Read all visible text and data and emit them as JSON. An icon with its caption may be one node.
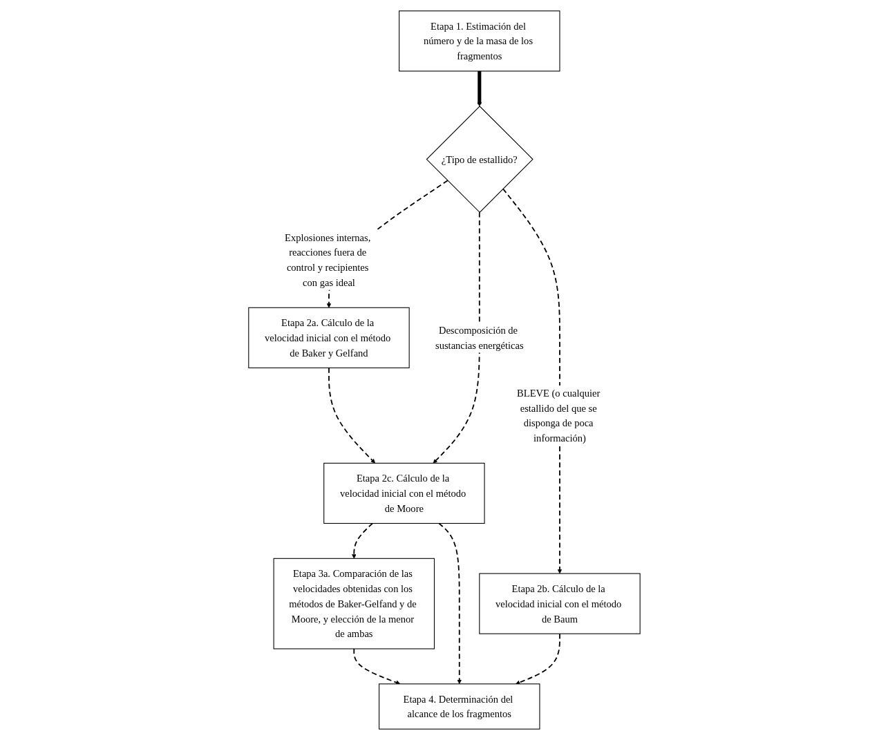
{
  "diagram": {
    "nodes": [
      {
        "text": [
          "Etapa 1. Estimación del número y de la masa de los fragmentos"
        ]
      },
      {
        "text": [
          "¿Tipo de estallido?"
        ]
      },
      {
        "text": [
          "Etapa 2a. Cálculo de la velocidad inicial con el método de Baker y Gelfand"
        ]
      },
      {
        "text": [
          "Etapa 2c. Cálculo de la velocidad inicial con el método de Moore"
        ]
      },
      {
        "text": [
          "Etapa 2b. Cálculo de la velocidad inicial con el método de Baum"
        ]
      },
      {
        "text": [
          "Etapa 3a. Comparación de las velocidades obtenidas con los métodos de Baker-Gelfand y de Moore, y elección de la menor de ambas"
        ]
      },
      {
        "text": [
          "Etapa 4. Determinación del alcance de los fragmentos"
        ]
      }
    ],
    "edges": [
      {
        "from": 0,
        "to": 1,
        "arrow": "to",
        "style": "thick"
      },
      {
        "from": 1,
        "to": 2,
        "arrow": "to",
        "style": "dashed",
        "label": "Explosiones internas, reacciones fuera de control y recipientes con gas ideal"
      },
      {
        "from": 1,
        "to": 3,
        "arrow": "to",
        "style": "dashed",
        "label": "Descomposición de sustancias energéticas"
      },
      {
        "from": 1,
        "to": 4,
        "arrow": "to",
        "style": "dashed",
        "label": "BLEVE (o cualquier estallido del que se disponga de poca información)"
      },
      {
        "from": 2,
        "to": 3,
        "arrow": "to",
        "style": "dashed"
      },
      {
        "from": 3,
        "to": 5,
        "arrow": "to",
        "style": "dashed"
      },
      {
        "from": 3,
        "to": 6,
        "arrow": "to",
        "style": "dashed"
      },
      {
        "from": 4,
        "to": 6,
        "arrow": "to",
        "style": "dashed"
      },
      {
        "from": 5,
        "to": 6,
        "arrow": "to",
        "style": "dashed"
      }
    ]
  }
}
